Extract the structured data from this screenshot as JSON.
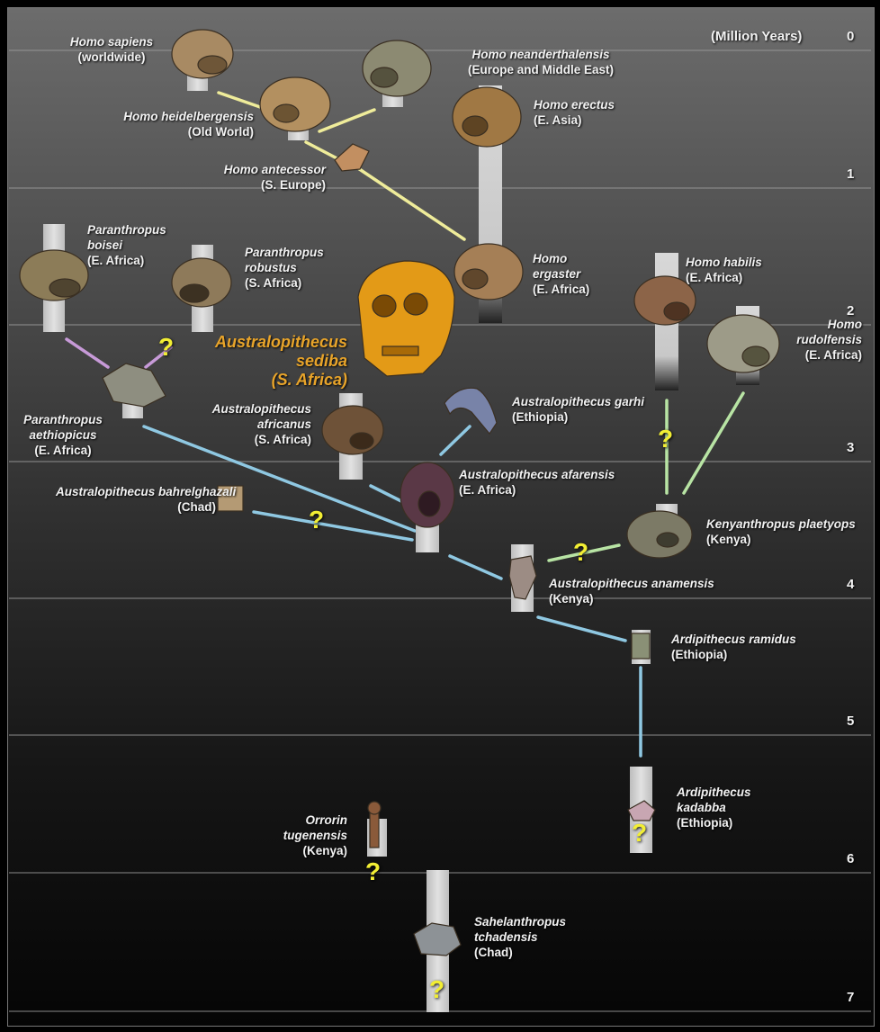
{
  "scale": {
    "unit_label": "(Million Years)",
    "ticks": [
      "0",
      "1",
      "2",
      "3",
      "4",
      "5",
      "6",
      "7"
    ]
  },
  "species": [
    {
      "id": "homo-sapiens",
      "name": "Homo sapiens",
      "region": "(worldwide)"
    },
    {
      "id": "homo-neanderthalensis",
      "name": "Homo neanderthalensis",
      "region": "(Europe and Middle East)"
    },
    {
      "id": "homo-heidelbergensis",
      "name": "Homo heidelbergensis",
      "region": "(Old World)"
    },
    {
      "id": "homo-erectus",
      "name": "Homo erectus",
      "region": "(E. Asia)"
    },
    {
      "id": "homo-antecessor",
      "name": "Homo antecessor",
      "region": "(S. Europe)"
    },
    {
      "id": "paranthropus-boisei",
      "name": "Paranthropus boisei",
      "region": "(E. Africa)"
    },
    {
      "id": "paranthropus-robustus",
      "name": "Paranthropus robustus",
      "region": "(S. Africa)"
    },
    {
      "id": "homo-ergaster",
      "name": "Homo ergaster",
      "region": "(E. Africa)"
    },
    {
      "id": "homo-habilis",
      "name": "Homo habilis",
      "region": "(E. Africa)"
    },
    {
      "id": "australopithecus-sediba",
      "name": "Australopithecus sediba",
      "region": "(S. Africa)"
    },
    {
      "id": "homo-rudolfensis",
      "name": "Homo rudolfensis",
      "region": "(E. Africa)"
    },
    {
      "id": "paranthropus-aethiopicus",
      "name": "Paranthropus aethiopicus",
      "region": "(E. Africa)"
    },
    {
      "id": "australopithecus-africanus",
      "name": "Australopithecus africanus",
      "region": "(S. Africa)"
    },
    {
      "id": "australopithecus-garhi",
      "name": "Australopithecus garhi",
      "region": "(Ethiopia)"
    },
    {
      "id": "australopithecus-afarensis",
      "name": "Australopithecus afarensis",
      "region": "(E. Africa)"
    },
    {
      "id": "australopithecus-bahrelghazali",
      "name": "Australopithecus bahrelghazali",
      "region": "(Chad)"
    },
    {
      "id": "kenyanthropus-platyops",
      "name": "Kenyanthropus plaetyops",
      "region": "(Kenya)"
    },
    {
      "id": "australopithecus-anamensis",
      "name": "Australopithecus anamensis",
      "region": "(Kenya)"
    },
    {
      "id": "ardipithecus-ramidus",
      "name": "Ardipithecus ramidus",
      "region": "(Ethiopia)"
    },
    {
      "id": "ardipithecus-kadabba",
      "name": "Ardipithecus kadabba",
      "region": "(Ethiopia)"
    },
    {
      "id": "orrorin-tugenensis",
      "name": "Orrorin tugenensis",
      "region": "(Kenya)"
    },
    {
      "id": "sahelanthropus-tchadensis",
      "name": "Sahelanthropus tchadensis",
      "region": "(Chad)"
    }
  ],
  "uncertain_mark": "?",
  "colors": {
    "homo_link": "#efec9a",
    "paranthropus_link": "#c79ad8",
    "australopith_link": "#8fc8e2",
    "habilis_link": "#b8e4a4",
    "question_mark": "#f2ee34",
    "sediba_label": "#e8a42a",
    "sediba_skull": "#e39a17"
  }
}
